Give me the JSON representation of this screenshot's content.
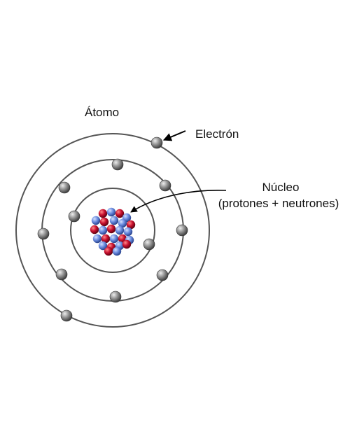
{
  "labels": {
    "atom": "Átomo",
    "electron": "Electrón",
    "nucleus_line1": "Núcleo",
    "nucleus_line2": "(protones + neutrones)"
  },
  "colors": {
    "background": "#ffffff",
    "orbit": "#555555",
    "electron": "#8a8a8a",
    "proton": "#c8102e",
    "neutron": "#5b7fd6",
    "arrow": "#000000"
  },
  "structure": {
    "shells": 3,
    "electrons_per_shell": [
      2,
      8,
      2
    ],
    "electrons_total": 12
  }
}
